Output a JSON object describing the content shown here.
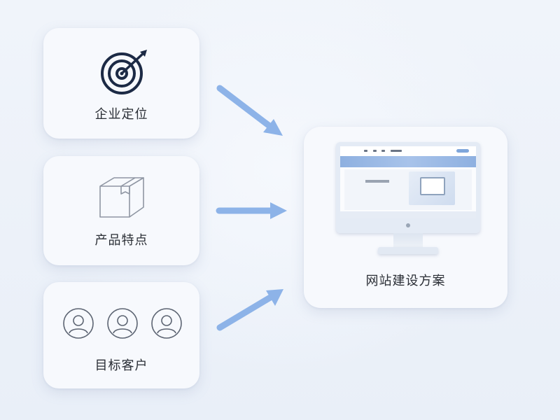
{
  "diagram": {
    "inputs": [
      {
        "label": "企业定位",
        "icon": "target-icon"
      },
      {
        "label": "产品特点",
        "icon": "box-icon"
      },
      {
        "label": "目标客户",
        "icon": "users-icon"
      }
    ],
    "output": {
      "label": "网站建设方案",
      "icon": "monitor-icon"
    }
  },
  "colors": {
    "background": "#eef3fa",
    "card": "#f7f9fd",
    "arrow": "#8db3e8",
    "icon_dark": "#1c2a45",
    "icon_gray": "#8f96a3",
    "accent_blue": "#8eb0e0"
  }
}
